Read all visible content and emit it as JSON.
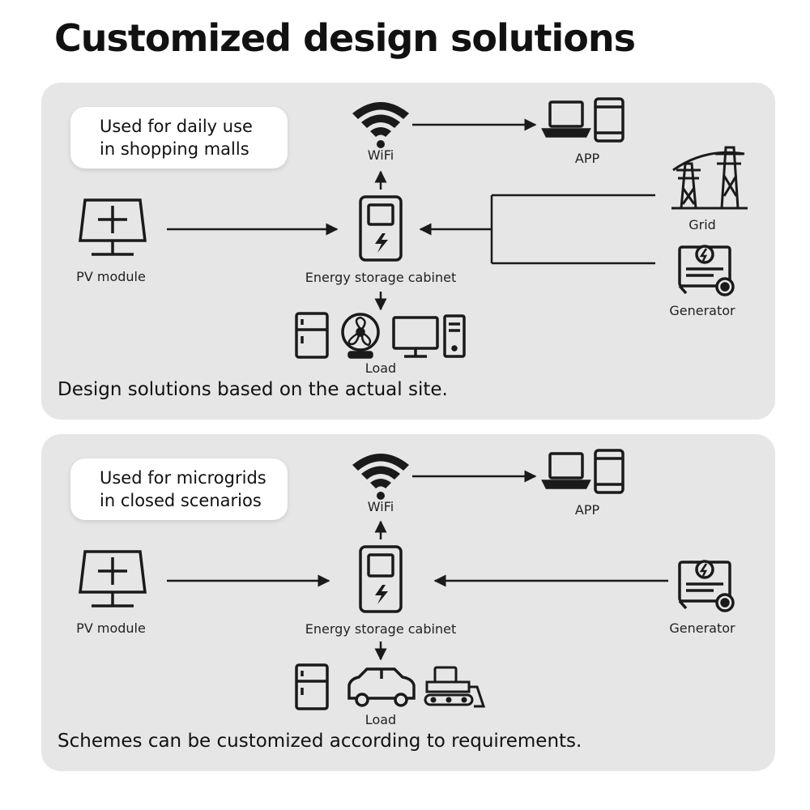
{
  "title": "Customized design solutions",
  "panels": [
    {
      "tag_lines": [
        "Used for daily use",
        "in shopping malls"
      ],
      "labels": {
        "wifi": "WiFi",
        "app": "APP",
        "pv": "PV module",
        "cabinet": "Energy storage cabinet",
        "grid": "Grid",
        "generator": "Generator",
        "load": "Load"
      },
      "load_icons": [
        "fridge-icon",
        "fan-icon",
        "monitor-icon",
        "pc-tower-icon"
      ],
      "caption": "Design solutions based on the actual site."
    },
    {
      "tag_lines": [
        "Used for microgrids",
        "in closed scenarios"
      ],
      "labels": {
        "wifi": "WiFi",
        "app": "APP",
        "pv": "PV module",
        "cabinet": "Energy storage cabinet",
        "generator": "Generator",
        "load": "Load"
      },
      "load_icons": [
        "fridge-icon",
        "car-icon",
        "bulldozer-icon"
      ],
      "caption": "Schemes can be customized according to requirements."
    }
  ],
  "colors": {
    "panel_bg": "#e6e6e6",
    "ink": "#1a1a1a",
    "pill_bg": "#ffffff"
  }
}
